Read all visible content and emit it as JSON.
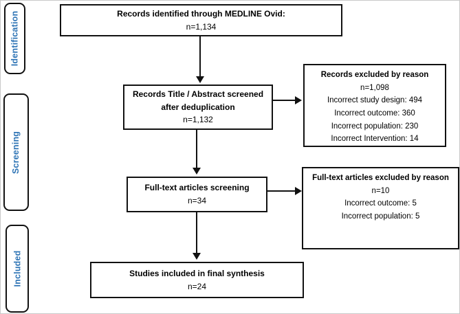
{
  "accent_color": "#2E74B5",
  "stages": [
    {
      "label": "Identification"
    },
    {
      "label": "Screening"
    },
    {
      "label": "Included"
    }
  ],
  "flow": {
    "identified": {
      "title": "Records identified through MEDLINE Ovid:",
      "count": "n=1,134"
    },
    "screened": {
      "title": "Records Title / Abstract screened after deduplication",
      "count": "n=1,132"
    },
    "fulltext": {
      "title": "Full-text articles screening",
      "count": "n=34"
    },
    "included": {
      "title": "Studies included in final synthesis",
      "count": "n=24"
    }
  },
  "exclusions": {
    "records": {
      "title": "Records excluded by reason",
      "count": "n=1,098",
      "reasons": [
        "Incorrect study design: 494",
        "Incorrect outcome: 360",
        "Incorrect population: 230",
        "Incorrect Intervention: 14"
      ]
    },
    "fulltext": {
      "title": "Full-text articles excluded by reason",
      "count": "n=10",
      "reasons": [
        "Incorrect outcome: 5",
        "Incorrect population: 5"
      ]
    }
  }
}
